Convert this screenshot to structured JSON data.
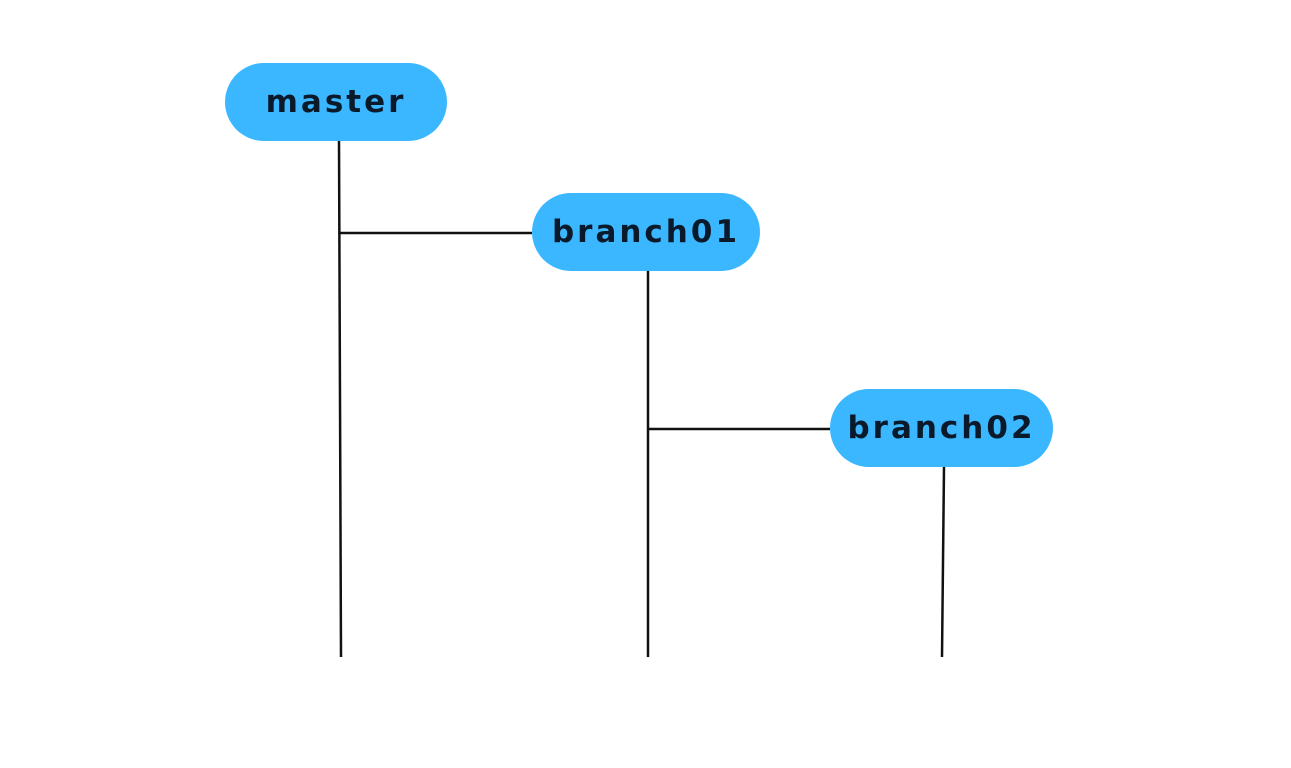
{
  "colors": {
    "node_fill": "#3bb7ff",
    "node_text": "#0b1a2b",
    "line": "#111111",
    "background": "#ffffff"
  },
  "branches": [
    {
      "label": "master",
      "parent": null
    },
    {
      "label": "branch01",
      "parent": "master"
    },
    {
      "label": "branch02",
      "parent": "branch01"
    }
  ]
}
